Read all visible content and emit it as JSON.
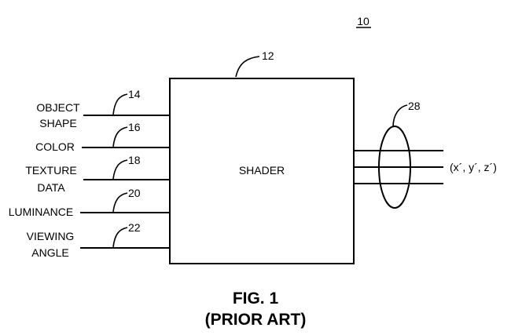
{
  "figure_ref": "10",
  "shader": {
    "label": "SHADER",
    "ref": "12"
  },
  "inputs": [
    {
      "lines": [
        "OBJECT",
        "SHAPE"
      ],
      "ref": "14"
    },
    {
      "lines": [
        "COLOR"
      ],
      "ref": "16"
    },
    {
      "lines": [
        "TEXTURE",
        "DATA"
      ],
      "ref": "18"
    },
    {
      "lines": [
        "LUMINANCE"
      ],
      "ref": "20"
    },
    {
      "lines": [
        "VIEWING",
        "ANGLE"
      ],
      "ref": "22"
    }
  ],
  "output": {
    "ref": "28",
    "label": "(x´, y´, z´)"
  },
  "caption": {
    "line1": "FIG. 1",
    "line2": "(PRIOR ART)"
  }
}
